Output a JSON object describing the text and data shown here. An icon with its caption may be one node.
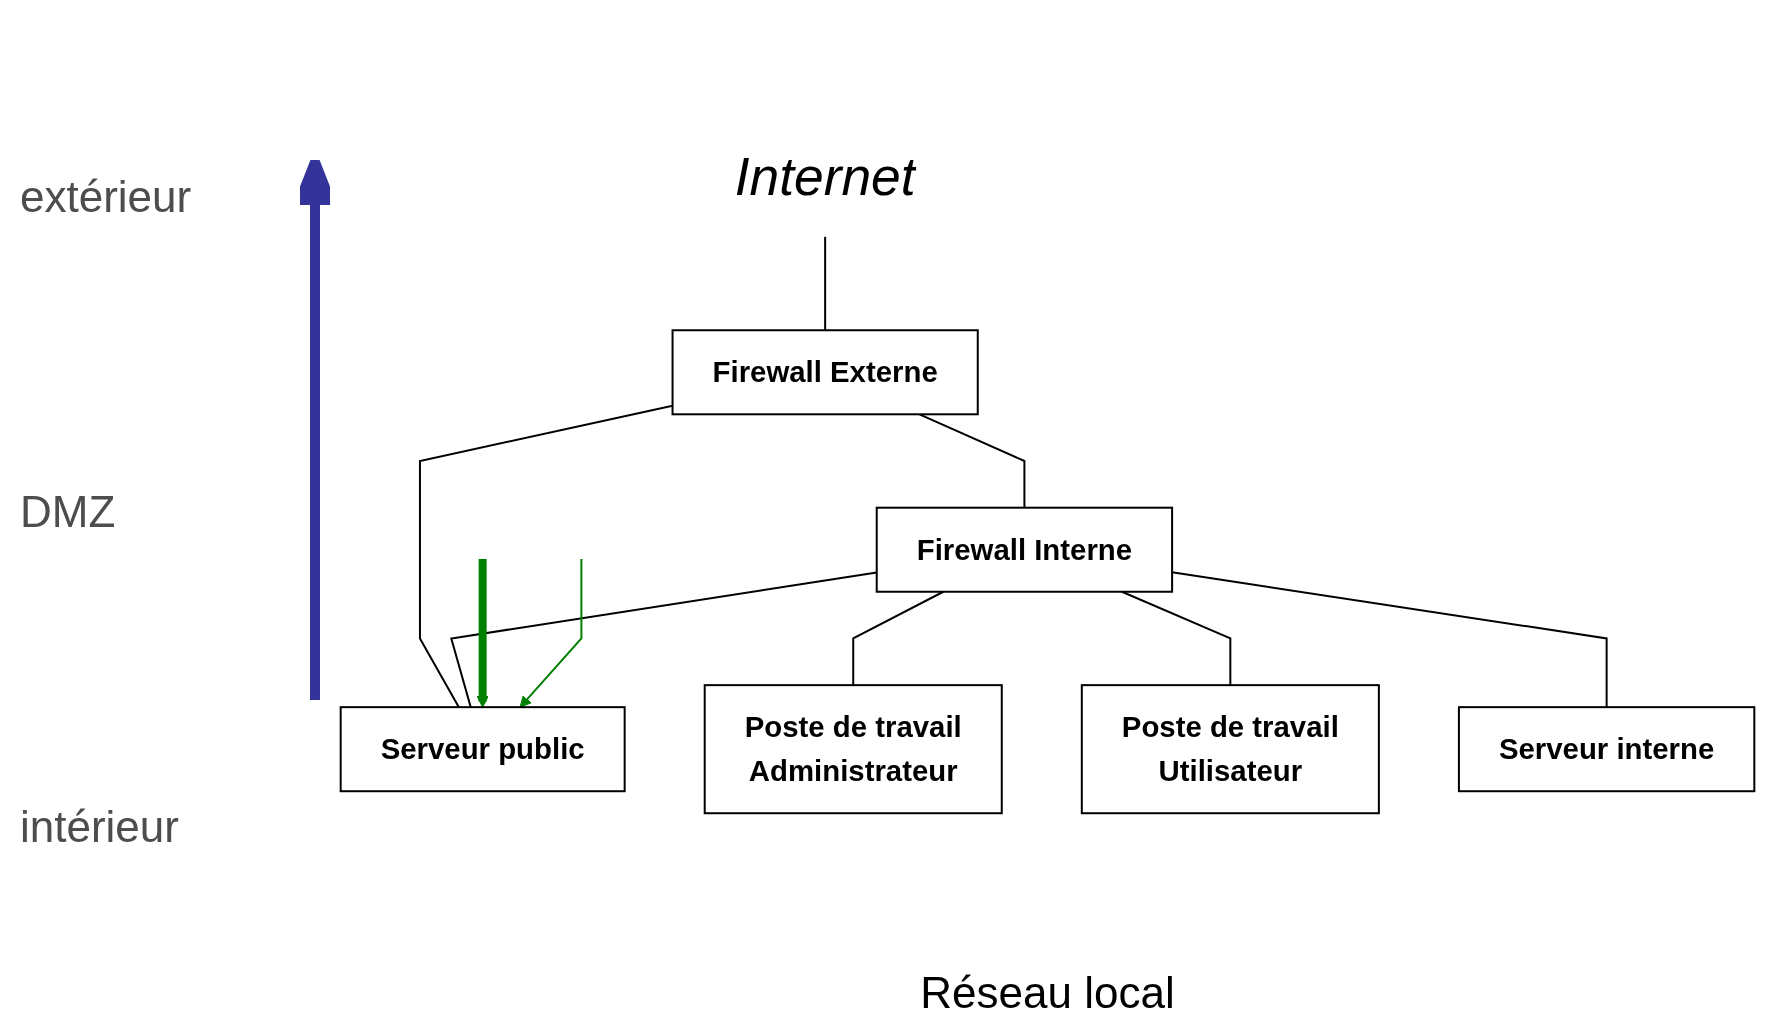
{
  "diagram": {
    "nodes": [
      {
        "text": [
          "Internet"
        ]
      },
      {
        "text": [
          "Firewall Externe"
        ]
      },
      {
        "text": [
          "Serveur public"
        ]
      },
      {
        "text": [
          "Firewall Interne"
        ]
      },
      {
        "text": [
          "Poste de travail",
          "Administrateur"
        ]
      },
      {
        "text": [
          "Poste de travail",
          "Utilisateur"
        ]
      },
      {
        "text": [
          "Serveur interne"
        ]
      }
    ],
    "edges": [
      {
        "from": 0,
        "to": 1,
        "arrow": "none"
      },
      {
        "from": 1,
        "to": 3,
        "arrow": "none"
      },
      {
        "from": 1,
        "to": 2,
        "arrow": "none"
      },
      {
        "from": 3,
        "to": 2,
        "arrow": "none"
      },
      {
        "from": 3,
        "to": 4,
        "arrow": "none"
      },
      {
        "from": 3,
        "to": 5,
        "arrow": "none"
      },
      {
        "from": 3,
        "to": 6,
        "arrow": "none"
      },
      {
        "from": null,
        "to": 2,
        "arrow": "to",
        "style": "thick",
        "color": "#008000"
      },
      {
        "from": null,
        "to": 2,
        "arrow": "to",
        "color": "#008000"
      }
    ],
    "labels": [
      "extérieur",
      "DMZ",
      "intérieur",
      "Réseau local"
    ]
  }
}
